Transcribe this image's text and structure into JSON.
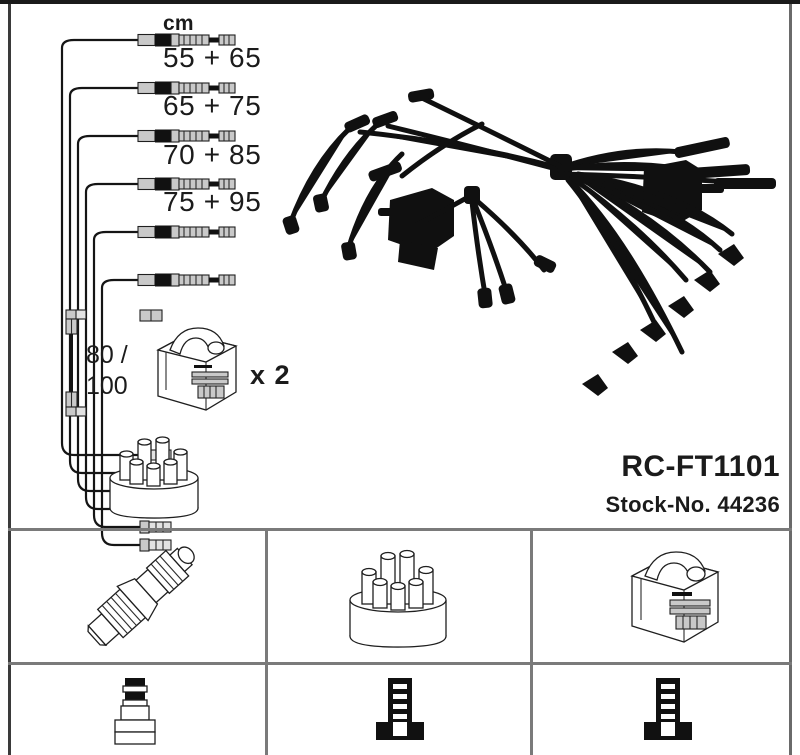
{
  "product": {
    "code": "RC-FT1101",
    "stock_label": "Stock-No. 44236"
  },
  "cable_table": {
    "unit_header": "cm",
    "lengths": [
      "55 + 65",
      "65 + 75",
      "70 + 85",
      "75 + 95"
    ]
  },
  "short_cable": {
    "dimension_line_1": "80 /",
    "dimension_line_2": "100"
  },
  "coil_group": {
    "quantity_label": "x 2"
  },
  "legend_panels": [
    {
      "top_icon": "spark-plug-icon",
      "bottom_icon": "rubber-boot-connector-icon"
    },
    {
      "top_icon": "distributor-cap-icon",
      "bottom_icon": "straight-terminal-icon"
    },
    {
      "top_icon": "ignition-coil-icon",
      "bottom_icon": "straight-terminal-icon"
    }
  ],
  "main_photo": {
    "label": "ignition-cable-set-photo"
  },
  "colors": {
    "ink": "#1a1a1a",
    "divider": "#7a7a7a",
    "paper": "#ffffff"
  }
}
